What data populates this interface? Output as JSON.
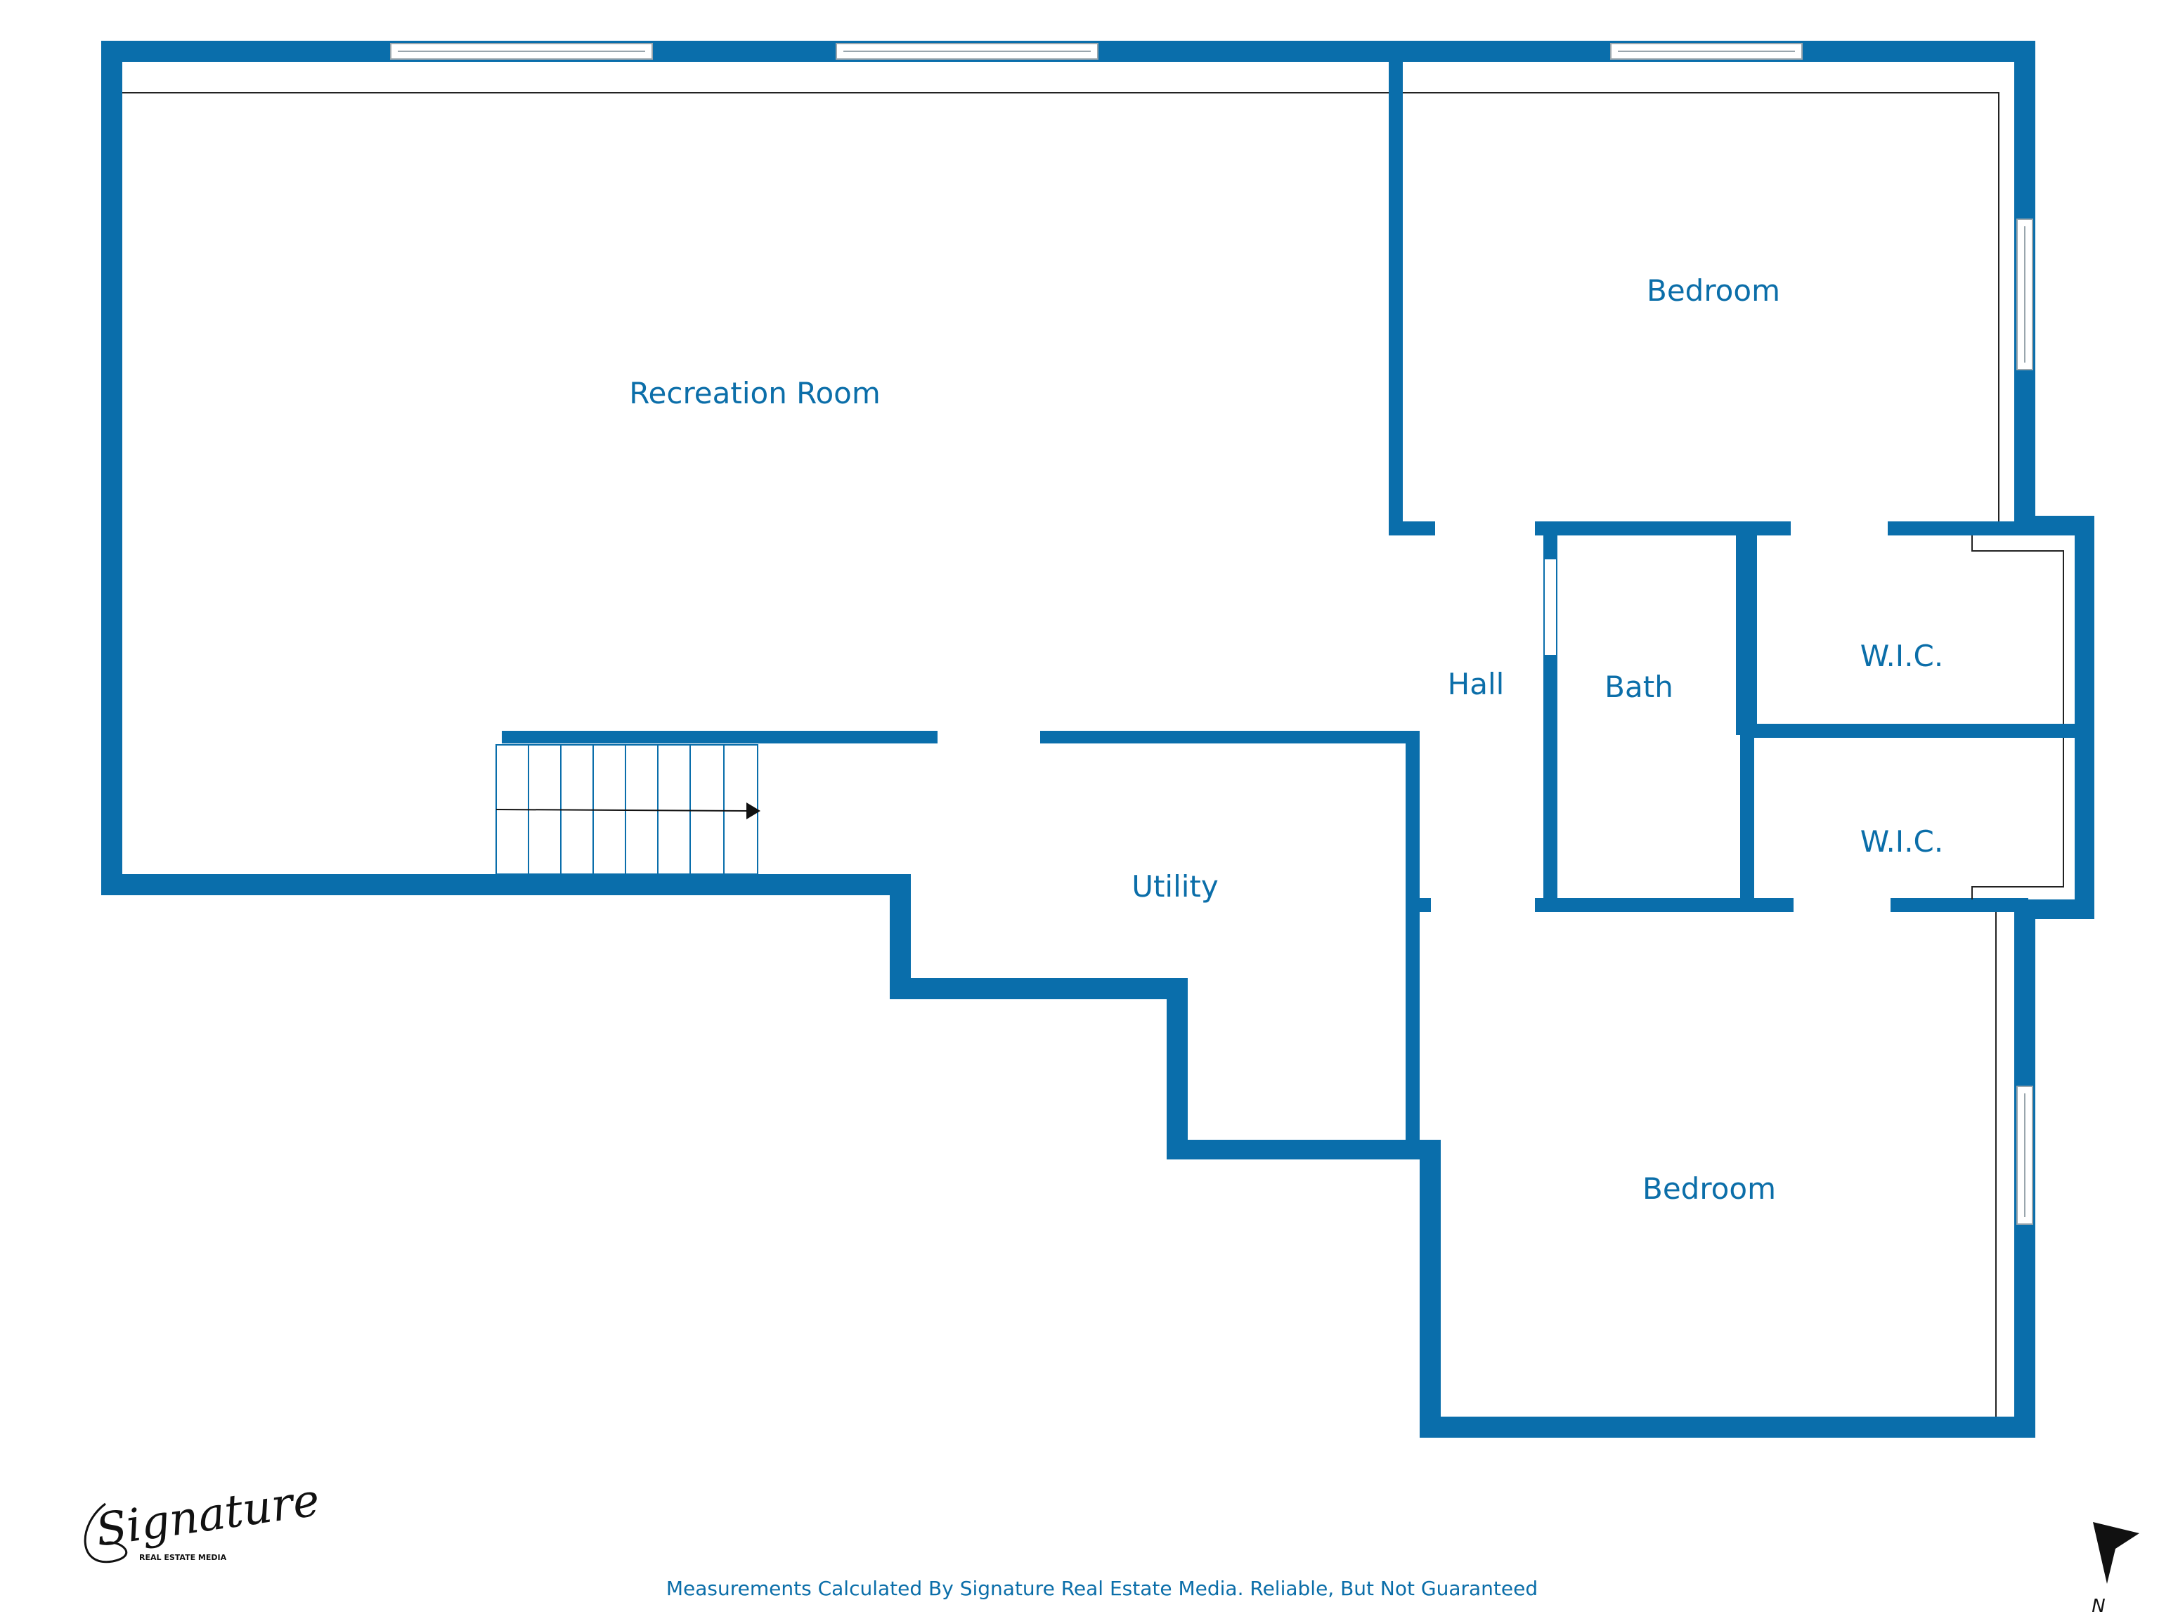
{
  "colors": {
    "wall": "#0a6eab",
    "label": "#0b6ea9",
    "background": "#ffffff"
  },
  "rooms": {
    "recreation_room": "Recreation Room",
    "bedroom_top": "Bedroom",
    "hall": "Hall",
    "bath": "Bath",
    "wic_top": "W.I.C.",
    "wic_bottom": "W.I.C.",
    "utility": "Utility",
    "bedroom_bottom": "Bedroom"
  },
  "footer": {
    "disclaimer": "Measurements Calculated By Signature Real Estate Media. Reliable, But Not Guaranteed"
  },
  "logo": {
    "script": "Signature",
    "subtitle": "REAL ESTATE MEDIA"
  },
  "compass": {
    "label": "N",
    "icon": "north-arrow-icon"
  }
}
